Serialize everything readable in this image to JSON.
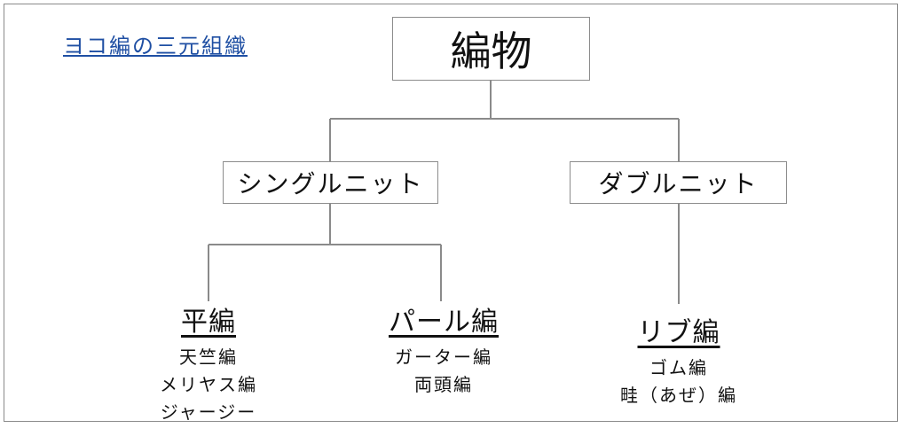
{
  "title_link": "ヨコ編の三元組織",
  "root": "編物",
  "categories": {
    "single": "シングルニット",
    "double": "ダブルニット"
  },
  "leaves": {
    "hira": {
      "head": "平編",
      "items": [
        "天竺編",
        "メリヤス編",
        "ジャージー"
      ]
    },
    "purl": {
      "head": "パール編",
      "items": [
        "ガーター編",
        "両頭編"
      ]
    },
    "rib": {
      "head": "リブ編",
      "items": [
        "ゴム編",
        "畦（あぜ）編"
      ]
    }
  },
  "colors": {
    "line": "#8a8a8a",
    "link": "#1f4fa3",
    "border": "#8c8c8c"
  }
}
